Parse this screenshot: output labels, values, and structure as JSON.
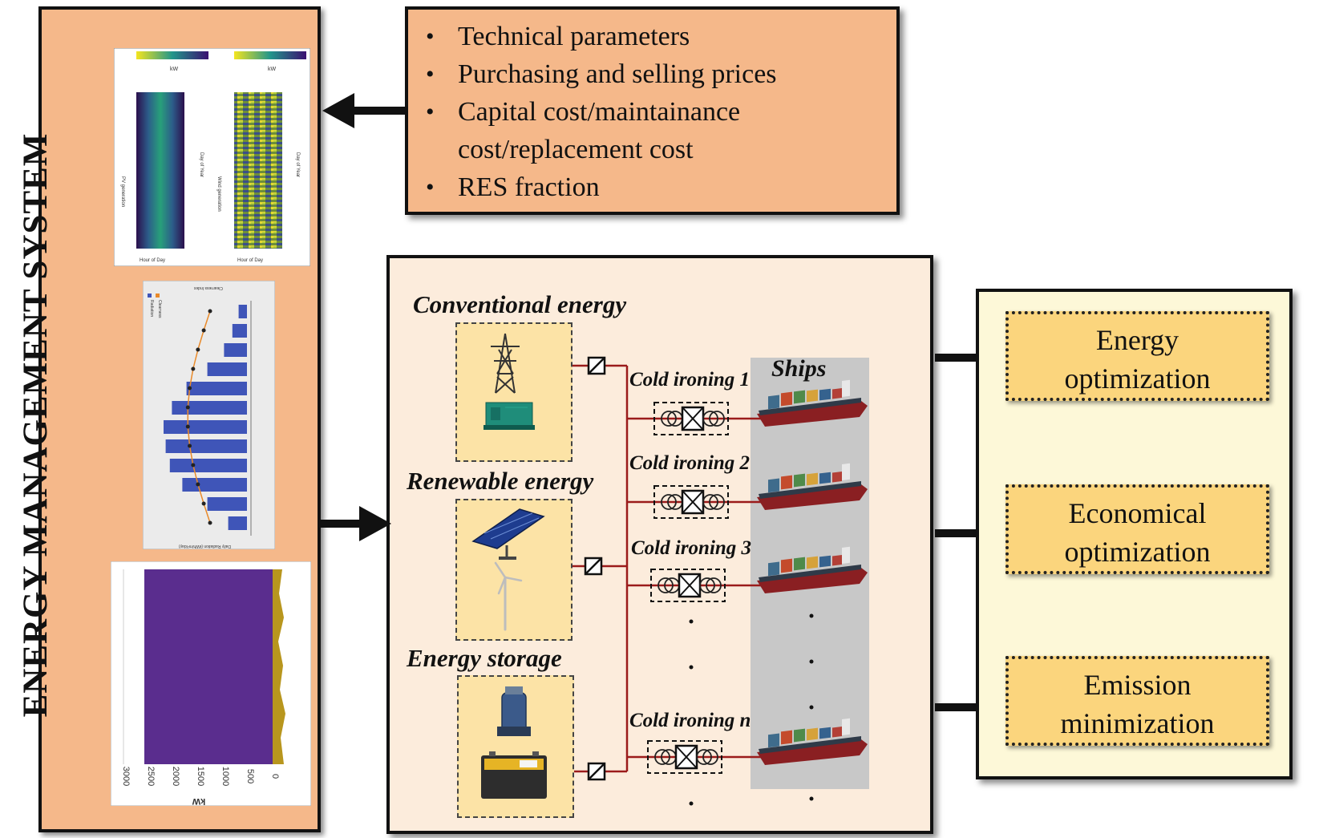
{
  "ems": {
    "title": "ENERGY MANAGEMENT SYSTEM"
  },
  "inputs": [
    "Technical parameters",
    "Purchasing and selling prices",
    "Capital cost/maintainance",
    "cost/replacement cost",
    "RES fraction"
  ],
  "system": {
    "conventional": "Conventional energy",
    "renewable": "Renewable energy",
    "storage": "Energy storage",
    "ships": "Ships",
    "cold_ironing": [
      "Cold ironing 1",
      "Cold ironing 2",
      "Cold ironing 3",
      "Cold ironing n"
    ]
  },
  "objectives": [
    {
      "line1": "Energy",
      "line2": "optimization"
    },
    {
      "line1": "Economical",
      "line2": "optimization"
    },
    {
      "line1": "Emission",
      "line2": "minimization"
    }
  ],
  "thumb_charts": {
    "heatmap_axis": "kW",
    "pv_label": "PV generation",
    "wind_label": "Wind generation",
    "day_axis": "Day of Year",
    "hour_axis": "Hour of Day",
    "radiation_legend": [
      "Radiation",
      "Clearness"
    ],
    "radiation_axis": "Daily Radiation (kWh/m²/day)",
    "clearness_axis": "Clearness Index",
    "load_axis": "kW",
    "load_ticks": [
      "3000",
      "2500",
      "2000",
      "1500",
      "1000",
      "500",
      "0"
    ]
  },
  "colors": {
    "panel": "#f5b88a",
    "system_bg": "#fcecdc",
    "source_box": "#fce3a6",
    "objective": "#fbd57d",
    "wire": "#9b1b1b"
  }
}
